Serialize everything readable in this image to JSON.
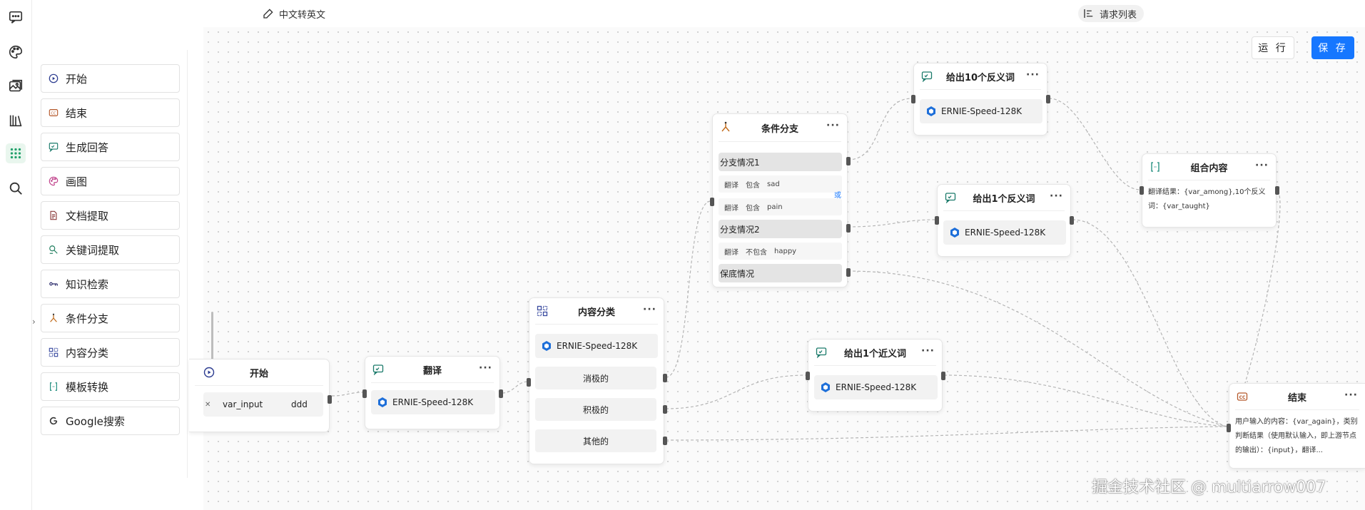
{
  "topbar": {
    "title": "中文转英文",
    "request_list": "请求列表"
  },
  "toolbar": {
    "run_label": "运 行",
    "save_label": "保 存"
  },
  "palette": {
    "items": [
      {
        "label": "开始",
        "icon": "play-circle-icon"
      },
      {
        "label": "结束",
        "icon": "end-badge-icon"
      },
      {
        "label": "生成回答",
        "icon": "chat-answer-icon"
      },
      {
        "label": "画图",
        "icon": "palette-icon"
      },
      {
        "label": "文档提取",
        "icon": "document-icon"
      },
      {
        "label": "关键词提取",
        "icon": "keyword-icon"
      },
      {
        "label": "知识检索",
        "icon": "knowledge-search-icon"
      },
      {
        "label": "条件分支",
        "icon": "branch-icon"
      },
      {
        "label": "内容分类",
        "icon": "classify-icon"
      },
      {
        "label": "模板转换",
        "icon": "template-icon"
      },
      {
        "label": "Google搜索",
        "icon": "google-icon"
      }
    ]
  },
  "nodes": {
    "start": {
      "title": "开始",
      "var_name": "var_input",
      "var_value": "ddd"
    },
    "translate": {
      "title": "翻译",
      "model": "ERNIE-Speed-128K"
    },
    "classify": {
      "title": "内容分类",
      "model": "ERNIE-Speed-128K",
      "categories": [
        "消极的",
        "积极的",
        "其他的"
      ]
    },
    "condition": {
      "title": "条件分支",
      "branch1": "分支情况1",
      "rules1": [
        {
          "var": "翻译",
          "op": "包含",
          "val": "sad"
        },
        {
          "var": "翻译",
          "op": "包含",
          "val": "pain"
        }
      ],
      "or_label": "或",
      "branch2": "分支情况2",
      "rules2": [
        {
          "var": "翻译",
          "op": "不包含",
          "val": "happy"
        }
      ],
      "fallback": "保底情况"
    },
    "antonym10": {
      "title": "给出10个反义词",
      "model": "ERNIE-Speed-128K"
    },
    "antonym1": {
      "title": "给出1个反义词",
      "model": "ERNIE-Speed-128K"
    },
    "synonym1": {
      "title": "给出1个近义词",
      "model": "ERNIE-Speed-128K"
    },
    "combine": {
      "title": "组合内容",
      "text": "翻译结果：{var_among},10个反义词：{var_taught}"
    },
    "end": {
      "title": "结束",
      "text": "用户输入的内容：{var_again}，类别判断结果（使用默认输入，即上游节点的输出）：{input}，翻译..."
    }
  },
  "watermark": "掘金技术社区 @ multiarrow007",
  "colors": {
    "accent": "#1677ff",
    "active_rail": "#22a06b"
  }
}
